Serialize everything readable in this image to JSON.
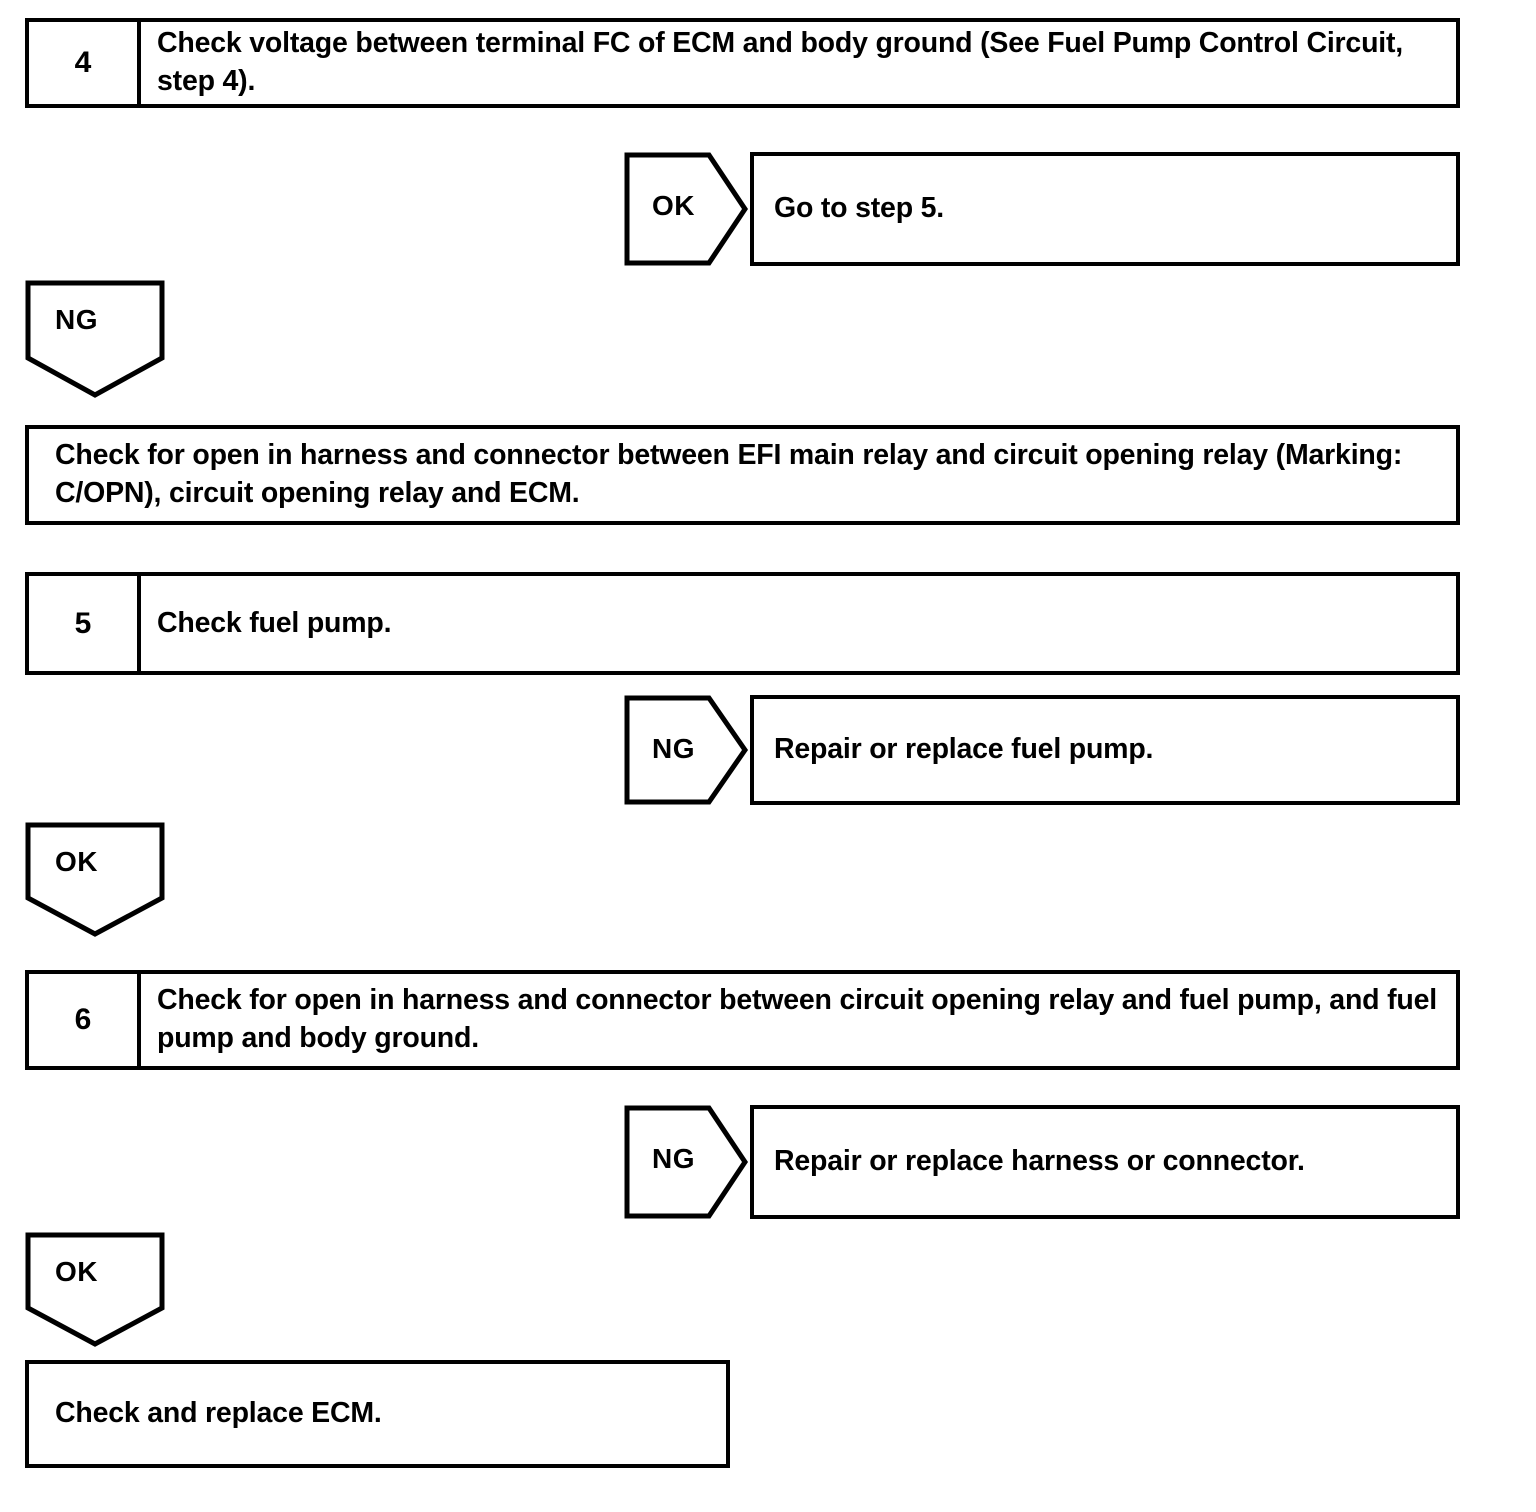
{
  "document": {
    "type": "diagnostic-flowchart",
    "title": "Fuel pump / circuit opening relay troubleshooting flowchart"
  },
  "steps": [
    {
      "number": "4",
      "text": "Check voltage between terminal FC of ECM and body ground (See Fuel Pump Control Circuit, step 4)."
    },
    {
      "number": "5",
      "text": "Check fuel pump."
    },
    {
      "number": "6",
      "text": "Check for open in harness and connector between circuit opening relay and fuel pump, and fuel pump and body ground."
    }
  ],
  "branches": [
    {
      "label": "OK",
      "direction": "right",
      "result": "Go to step 5."
    },
    {
      "label": "NG",
      "direction": "down"
    },
    {
      "label": "NG",
      "direction": "right",
      "result": "Repair or replace fuel pump."
    },
    {
      "label": "OK",
      "direction": "down"
    },
    {
      "label": "NG",
      "direction": "right",
      "result": "Repair or replace harness or connector."
    },
    {
      "label": "OK",
      "direction": "down"
    }
  ],
  "actions": [
    {
      "text": "Check for open in harness and connector between EFI main relay and circuit opening relay (Marking: C/OPN), circuit opening relay and ECM."
    },
    {
      "text": "Check and replace ECM."
    }
  ],
  "colors": {
    "line": "#000000",
    "background": "#ffffff",
    "text": "#000000"
  }
}
